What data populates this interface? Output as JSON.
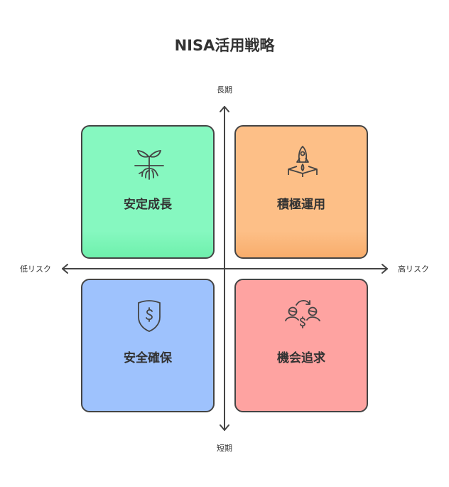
{
  "title": "NISA活用戦略",
  "axes": {
    "top": "長期",
    "bottom": "短期",
    "left": "低リスク",
    "right": "高リスク"
  },
  "quadrants": [
    {
      "label": "安定成長",
      "icon": "sprout-icon",
      "color": "#86f8c0"
    },
    {
      "label": "積極運用",
      "icon": "rocket-icon",
      "color": "#fdbf87"
    },
    {
      "label": "安全確保",
      "icon": "shield-dollar-icon",
      "color": "#9ec2fd"
    },
    {
      "label": "機会追求",
      "icon": "people-exchange-icon",
      "color": "#fea3a1"
    }
  ]
}
